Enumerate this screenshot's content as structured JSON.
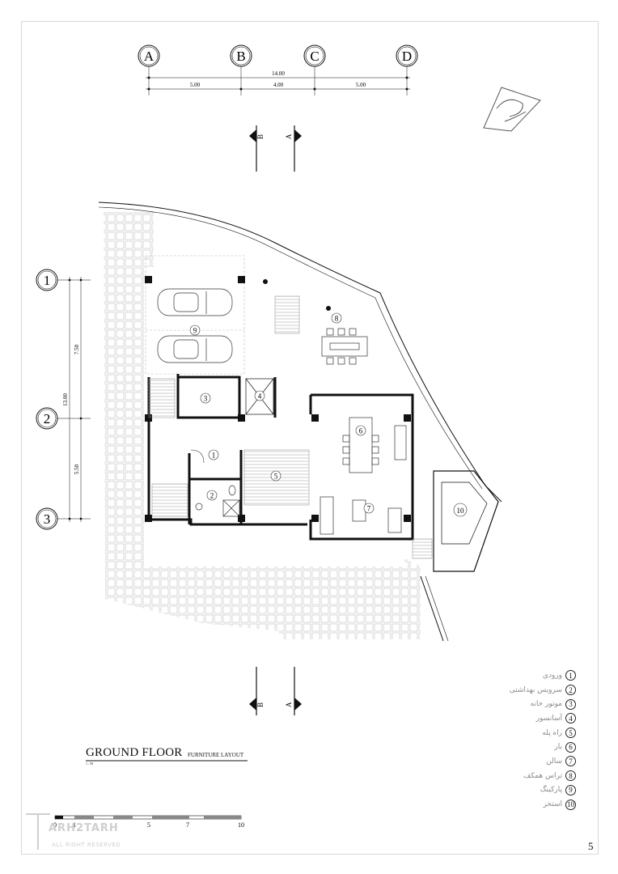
{
  "grid": {
    "columns": [
      "A",
      "B",
      "C",
      "D"
    ],
    "rows": [
      "1",
      "2",
      "3"
    ],
    "total_width": "14.00",
    "spans_horizontal": [
      "5.00",
      "4.00",
      "5.00"
    ],
    "total_height": "13.00",
    "spans_vertical": [
      "7.50",
      "5.50"
    ]
  },
  "section_marks": {
    "b": "B",
    "a": "A"
  },
  "room_numbers": [
    "1",
    "2",
    "3",
    "4",
    "5",
    "6",
    "7",
    "8",
    "9",
    "10"
  ],
  "legend": [
    {
      "num": "1",
      "label": "ورودی"
    },
    {
      "num": "2",
      "label": "سرویس بهداشتی"
    },
    {
      "num": "3",
      "label": "موتور خانه"
    },
    {
      "num": "4",
      "label": "آسانسور"
    },
    {
      "num": "5",
      "label": "راه پله"
    },
    {
      "num": "6",
      "label": "بار"
    },
    {
      "num": "7",
      "label": "سالن"
    },
    {
      "num": "8",
      "label": "تراس همکف"
    },
    {
      "num": "9",
      "label": "پارکینگ"
    },
    {
      "num": "10",
      "label": "استخر"
    }
  ],
  "title": {
    "main": "GROUND FLOOR",
    "sub": "FURNITURE LAYOUT",
    "scale": "1 : 50"
  },
  "scale_bar": [
    "0",
    "1",
    "5",
    "7",
    "10"
  ],
  "logo": {
    "name": "ARH2TARH",
    "tagline": "ALL RIGHT RESERVED"
  },
  "page_number": "5"
}
